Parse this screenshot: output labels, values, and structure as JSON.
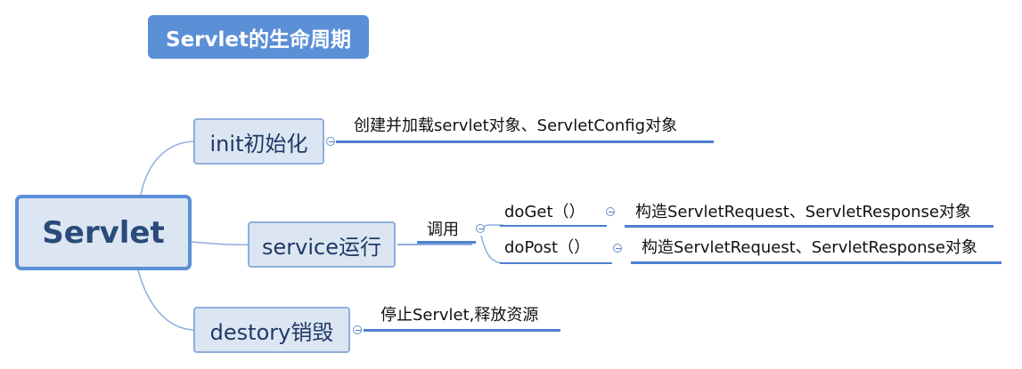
{
  "title": "Servlet的生命周期",
  "root": "Servlet",
  "branches": {
    "init": {
      "label": "init初始化",
      "note": "创建并加载servlet对象、ServletConfig对象"
    },
    "service": {
      "label": "service运行",
      "call_label": "调用",
      "methods": [
        {
          "label": "doGet（）",
          "note": "构造ServletRequest、ServletResponse对象"
        },
        {
          "label": "doPost（）",
          "note": "构造ServletRequest、ServletResponse对象"
        }
      ]
    },
    "destroy": {
      "label": "destory销毁",
      "note": "停止Servlet,释放资源"
    }
  },
  "colors": {
    "accent": "#5b8fd6",
    "node_fill": "#dce6f2",
    "line": "#4f7fcf"
  }
}
